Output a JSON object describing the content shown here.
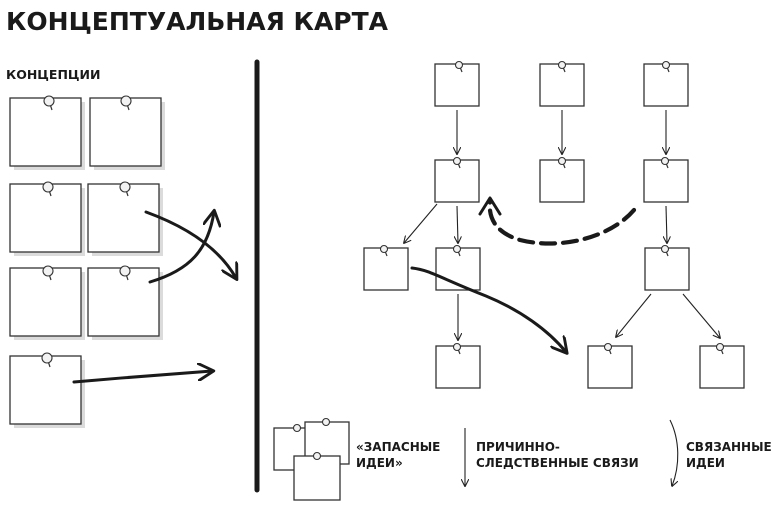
{
  "title": "КОНЦЕПТУАЛЬНАЯ КАРТА",
  "concepts_label": "КОНЦЕПЦИИ",
  "legend": {
    "spare_ideas_line1": "«ЗАПАСНЫЕ",
    "spare_ideas_line2": "ИДЕИ»",
    "causal_line1": "ПРИЧИННО-",
    "causal_line2": "СЛЕДСТВЕННЫЕ СВЯЗИ",
    "related_line1": "СВЯЗАННЫЕ",
    "related_line2": "ИДЕИ"
  },
  "colors": {
    "ink": "#1a1a1a",
    "paper": "#ffffff"
  }
}
